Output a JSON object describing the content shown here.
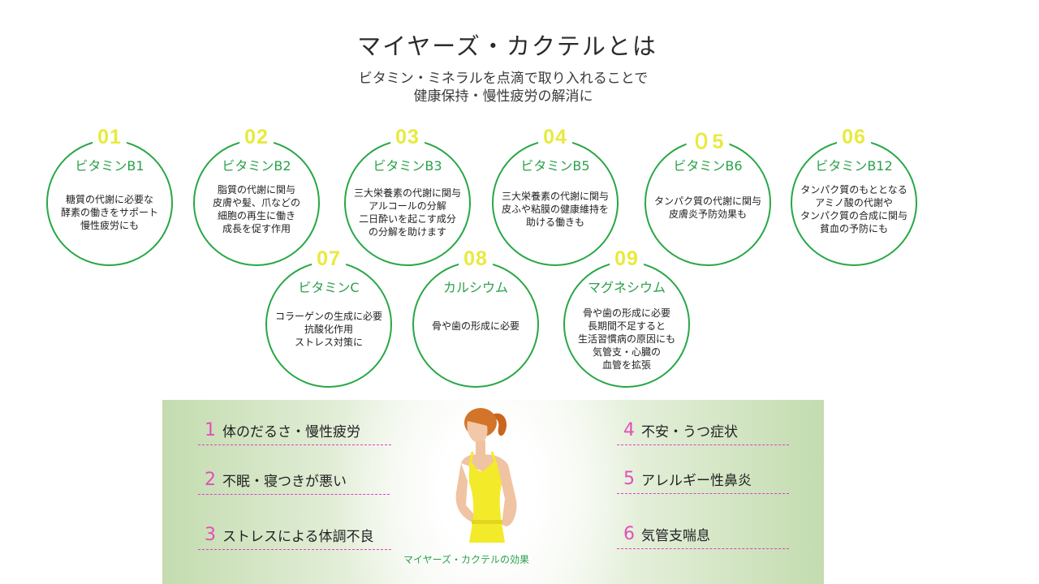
{
  "title": "マイヤーズ・カクテルとは",
  "subtitle": [
    "ビタミン・ミネラルを点滴で取り入れることで",
    "健康保持・慢性疲労の解消に"
  ],
  "colors": {
    "circle_border": "#28a745",
    "number": "#e8ea3e",
    "name": "#2aa14a",
    "effect_number": "#e34fb7"
  },
  "items": [
    {
      "num": "01",
      "name": "ビタミンB1",
      "desc": [
        "糖質の代謝に必要な",
        "酵素の働きをサポート",
        "慢性疲労にも"
      ]
    },
    {
      "num": "02",
      "name": "ビタミンB2",
      "desc": [
        "脂質の代謝に関与",
        "皮膚や髪、爪などの",
        "細胞の再生に働き",
        "成長を促す作用"
      ]
    },
    {
      "num": "03",
      "name": "ビタミンB3",
      "desc": [
        "三大栄養素の代謝に関与",
        "アルコールの分解",
        "二日酔いを起こす成分",
        "の分解を助けます"
      ]
    },
    {
      "num": "04",
      "name": "ビタミンB5",
      "desc": [
        "三大栄養素の代謝に関与",
        "皮ふや粘膜の健康維持を",
        "助ける働きも"
      ]
    },
    {
      "num": "０5",
      "name": "ビタミンB6",
      "desc": [
        "タンパク質の代謝に関与",
        "皮膚炎予防効果も"
      ]
    },
    {
      "num": "06",
      "name": "ビタミンB12",
      "desc": [
        "タンパク質のもととなる",
        "アミノ酸の代謝や",
        "タンパク質の合成に関与",
        "貧血の予防にも"
      ]
    },
    {
      "num": "07",
      "name": "ビタミンC",
      "desc": [
        "コラーゲンの生成に必要",
        "抗酸化作用",
        "ストレス対策に"
      ]
    },
    {
      "num": "08",
      "name": "カルシウム",
      "desc": [
        "骨や歯の形成に必要"
      ]
    },
    {
      "num": "09",
      "name": "マグネシウム",
      "desc": [
        "骨や歯の形成に必要",
        "長期間不足すると",
        "生活習慣病の原因にも",
        "気管支・心臓の",
        "血管を拡張"
      ]
    }
  ],
  "effects": [
    {
      "n": "1",
      "text": "体のだるさ・慢性疲労"
    },
    {
      "n": "2",
      "text": "不眠・寝つきが悪い"
    },
    {
      "n": "3",
      "text": "ストレスによる体調不良"
    },
    {
      "n": "4",
      "text": "不安・うつ症状"
    },
    {
      "n": "5",
      "text": "アレルギー性鼻炎"
    },
    {
      "n": "6",
      "text": "気管支喘息"
    }
  ],
  "caption": "マイヤーズ・カクテルの効果"
}
